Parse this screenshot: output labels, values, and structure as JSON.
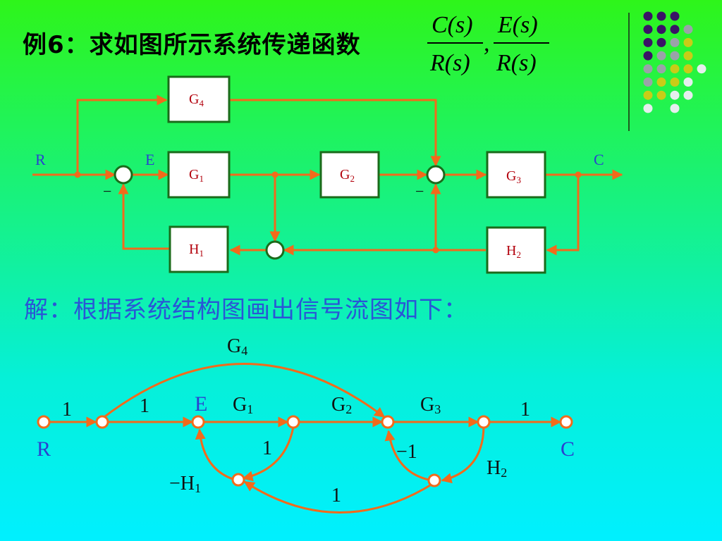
{
  "title": "例6：求如图所示系统传递函数",
  "formula": {
    "f1_num": "C(s)",
    "f1_den": "R(s)",
    "sep": ",",
    "f2_num": "E(s)",
    "f2_den": "R(s)"
  },
  "block_diagram": {
    "input": "R",
    "error": "E",
    "output": "C",
    "blocks": {
      "g1": "G",
      "g1_sub": "1",
      "g2": "G",
      "g2_sub": "2",
      "g3": "G",
      "g3_sub": "3",
      "g4": "G",
      "g4_sub": "4",
      "h1": "H",
      "h1_sub": "1",
      "h2": "H",
      "h2_sub": "2"
    },
    "minus_sign": "−"
  },
  "solution": "解：根据系统结构图画出信号流图如下：",
  "signal_flow": {
    "nodes": {
      "r": "R",
      "e": "E",
      "c": "C"
    },
    "gains": {
      "r_x1": "1",
      "x1_e": "1",
      "g1": "G",
      "g1_sub": "1",
      "g2": "G",
      "g2_sub": "2",
      "g3": "G",
      "g3_sub": "3",
      "out": "1",
      "g4": "G",
      "g4_sub": "4",
      "x2_x3": "1",
      "h1": "−H",
      "h1_sub": "1",
      "x3_x5": "1",
      "loop_neg": "−1",
      "h2": "H",
      "h2_sub": "2"
    }
  },
  "colors": {
    "signal": "#f26a1b",
    "block_border": "#1a6b1a",
    "block_text": "#b3000c",
    "label_blue": "#2a40d0",
    "dots_purple": "#3a1466",
    "dots_olive": "#c9cc17",
    "dots_gray": "#9aa3a8",
    "dots_white": "#e6eeee"
  }
}
